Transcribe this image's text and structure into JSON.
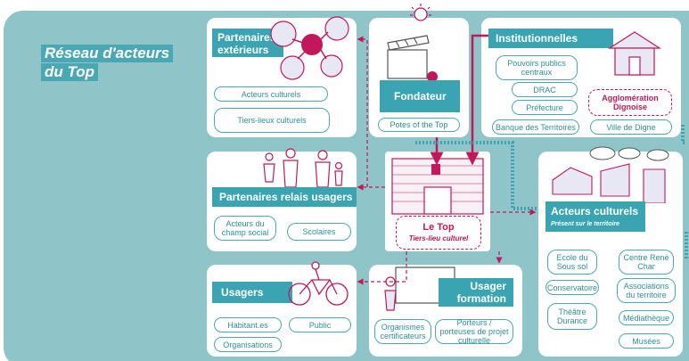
{
  "title": {
    "line1": "Réseau d'acteurs",
    "line2": "du Top"
  },
  "partenaires_exterieurs": {
    "label": "Partenaires extérieurs",
    "items": [
      "Acteurs culturels",
      "Tiers-lieux culturels"
    ]
  },
  "fondateur": {
    "label": "Fondateur",
    "items": [
      "Potes of the Top"
    ]
  },
  "institutionnelles": {
    "label": "Institutionnelles",
    "items": [
      "Pouvoirs publics centraux",
      "DRAC",
      "Préfecture",
      "Banque des Territoires",
      "Ville de Digne"
    ],
    "highlight": "Agglomération Dignoise"
  },
  "relais": {
    "label": "Partenaires relais usagers",
    "items": [
      "Acteurs du champ social",
      "Scolaires"
    ]
  },
  "le_top": {
    "label": "Le Top",
    "subtitle": "Tiers-lieu culturel"
  },
  "acteurs_culturels": {
    "label": "Acteurs culturels",
    "subtitle": "Présent sur le territoire",
    "items": [
      "Ecole du Sous sol",
      "Centre René Char",
      "Conservatoire",
      "Associations du territoire",
      "Théâtre Durance",
      "Médiathèque",
      "Musées"
    ]
  },
  "usagers": {
    "label": "Usagers",
    "items": [
      "Habitant.es",
      "Public",
      "Organisations"
    ]
  },
  "usager_formation": {
    "label": "Usager formation",
    "items": [
      "Organismes certificateurs",
      "Porteurs / porteuses de projet culturelle"
    ]
  },
  "colors": {
    "teal": "#3aa4b2",
    "background": "#8fc4c8",
    "magenta": "#c2185b"
  }
}
